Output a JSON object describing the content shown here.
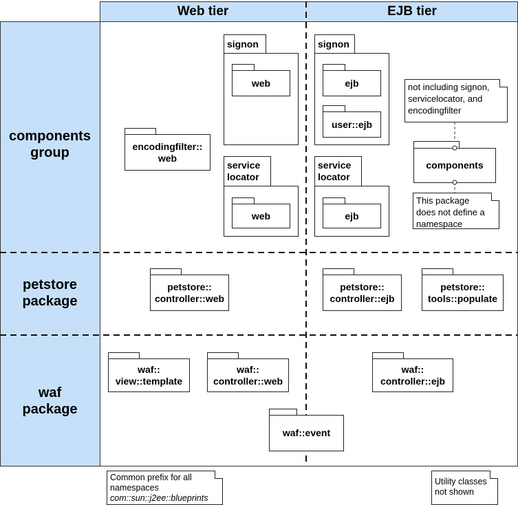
{
  "columns": {
    "web": "Web tier",
    "ejb": "EJB tier"
  },
  "rows": {
    "components": "components group",
    "petstore": "petstore package",
    "waf": "waf package"
  },
  "packages": {
    "signon_web": {
      "name": "signon",
      "inner": "web"
    },
    "servicelocator_web": {
      "name": "service locator",
      "inner": "web"
    },
    "signon_ejb": {
      "name": "signon",
      "inner": [
        "ejb",
        "user::ejb"
      ]
    },
    "servicelocator_ejb": {
      "name": "service locator",
      "inner": "ejb"
    },
    "encodingfilter_web": "encodingfilter:: web",
    "components": "components",
    "petstore_controller_web": "petstore:: controller::web",
    "petstore_controller_ejb": "petstore:: controller::ejb",
    "petstore_tools_populate": "petstore:: tools::populate",
    "waf_view_template": "waf:: view::template",
    "waf_controller_web": "waf:: controller::web",
    "waf_controller_ejb": "waf:: controller::ejb",
    "waf_event": "waf::event"
  },
  "notes": {
    "not_including": "not including signon, servicelocator, and encodingfilter",
    "no_namespace": "This package does not define a namespace",
    "prefix_line1": "Common prefix for all namespaces",
    "prefix_line2": "com::sun::j2ee::blueprints",
    "utility": "Utility classes not shown"
  },
  "colors": {
    "header_fill": "#c6e0fa",
    "line": "#222222"
  }
}
